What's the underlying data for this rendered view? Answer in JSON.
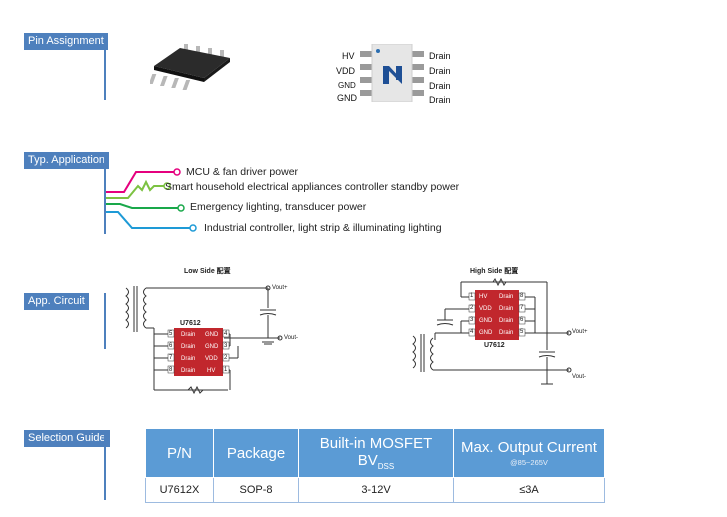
{
  "sections": {
    "pin": "Pin Assignment",
    "typ": "Typ. Application",
    "app": "App. Circuit",
    "sel": "Selection Guide"
  },
  "pins": {
    "left": [
      "HV",
      "VDD",
      "GND",
      "GND"
    ],
    "right": [
      "Drain",
      "Drain",
      "Drain",
      "Drain"
    ]
  },
  "applications": [
    {
      "text": "MCU & fan driver power",
      "color": "#e5007e"
    },
    {
      "text": "Smart household electrical appliances controller standby power",
      "color": "#7cc242"
    },
    {
      "text": "Emergency lighting, transducer power",
      "color": "#19a84a"
    },
    {
      "text": "Industrial controller, light strip & illuminating lighting",
      "color": "#1e9ad6"
    }
  ],
  "circuits": {
    "low": {
      "title": "Low Side 配置",
      "chip": "U7612",
      "pins_left": [
        "Drain",
        "Drain",
        "Drain",
        "Drain"
      ],
      "pins_right": [
        "GND",
        "GND",
        "VDD",
        "HV"
      ],
      "nums_left": [
        "5",
        "6",
        "7",
        "8"
      ],
      "nums_right": [
        "4",
        "3",
        "2",
        "1"
      ],
      "vout_plus": "Vout+",
      "vout_minus": "Vout-"
    },
    "high": {
      "title": "High Side 配置",
      "chip": "U7612",
      "pins_left": [
        "HV",
        "VDD",
        "GND",
        "GND"
      ],
      "pins_right": [
        "Drain",
        "Drain",
        "Drain",
        "Drain"
      ],
      "nums_left": [
        "1",
        "2",
        "3",
        "4"
      ],
      "nums_right": [
        "8",
        "7",
        "6",
        "5"
      ],
      "vout_plus": "Vout+",
      "vout_minus": "Vout-"
    }
  },
  "selection": {
    "headers": [
      "P/N",
      "Package",
      "Built-in MOSFET BV",
      "Max. Output Current"
    ],
    "header_sub": "DSS",
    "header_note": "@85~265V",
    "row": [
      "U7612X",
      "SOP-8",
      "3-12V",
      "≤3A"
    ]
  }
}
